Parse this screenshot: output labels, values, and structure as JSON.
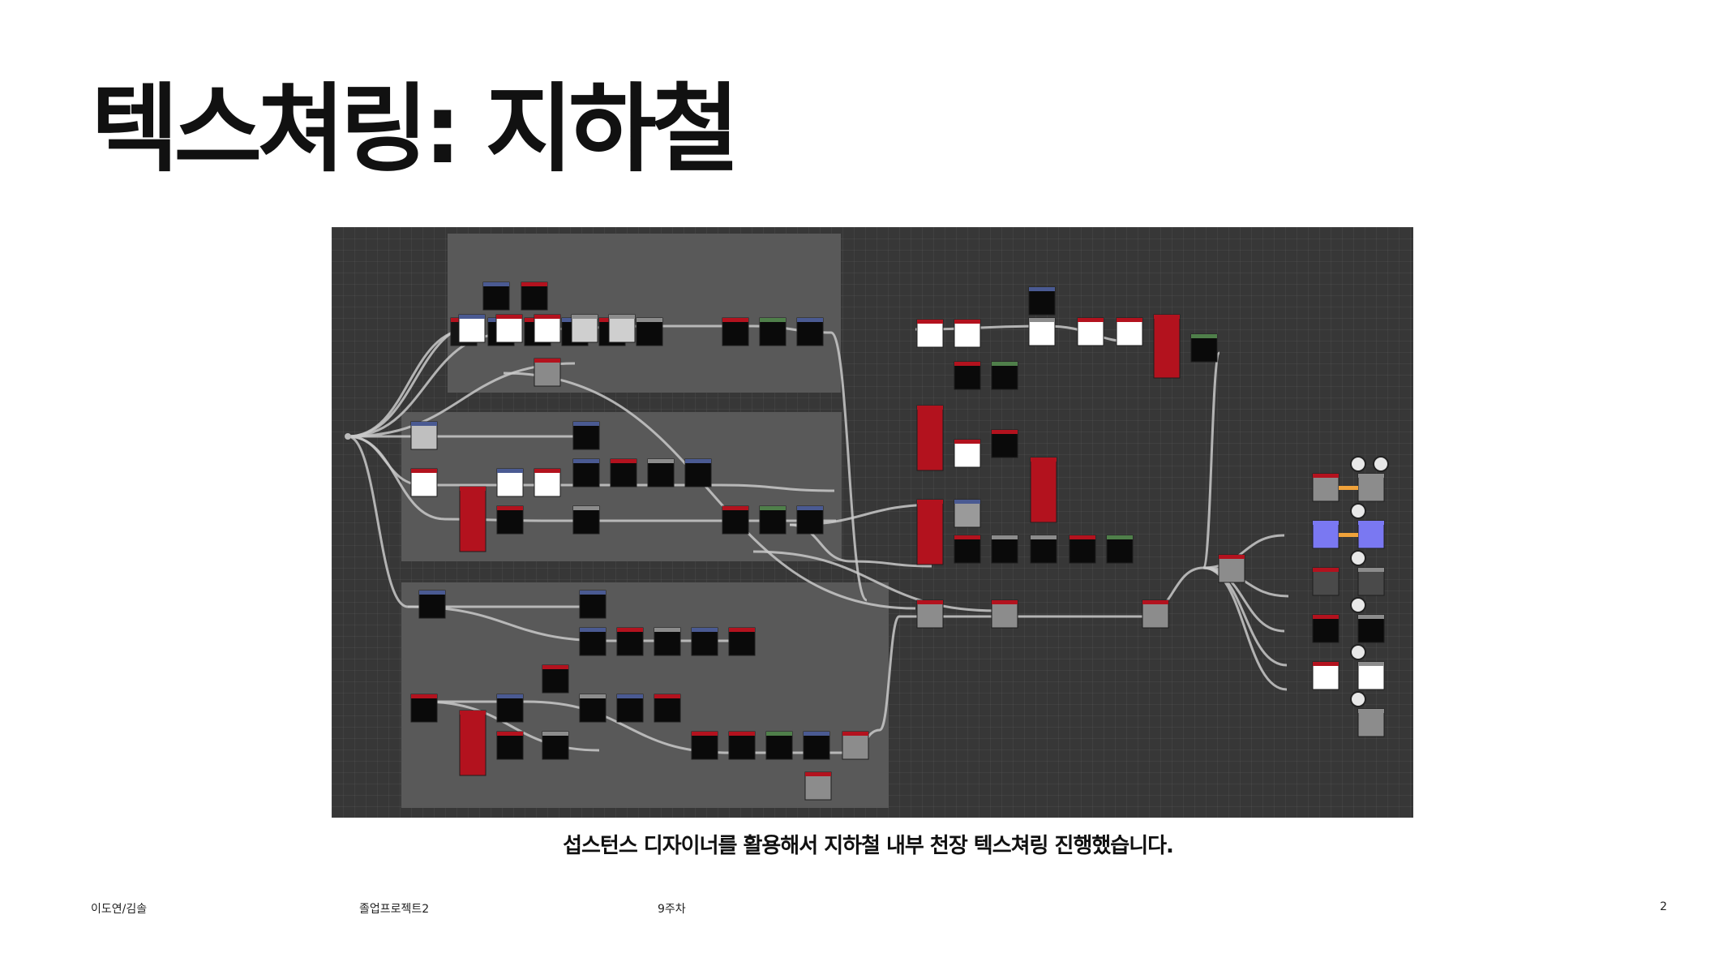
{
  "slide": {
    "title": "텍스쳐링: 지하철",
    "caption": "섭스턴스 디자이너를 활용해서 지하철 내부 천장 텍스쳐링 진행했습니다."
  },
  "footer": {
    "author": "이도연/김솔",
    "project": "졸업프로젝트2",
    "week": "9주차",
    "page": "2"
  },
  "graph": {
    "background": "#373737",
    "frame_color": "#595959",
    "wire_color": "#c9c9c9",
    "accents": {
      "red": "#b3121e",
      "blue": "#4a5a92",
      "green": "#4f7f4a",
      "gray": "#8c8c8c",
      "orange": "#f0a23a",
      "purple": "#7a78f2"
    }
  }
}
